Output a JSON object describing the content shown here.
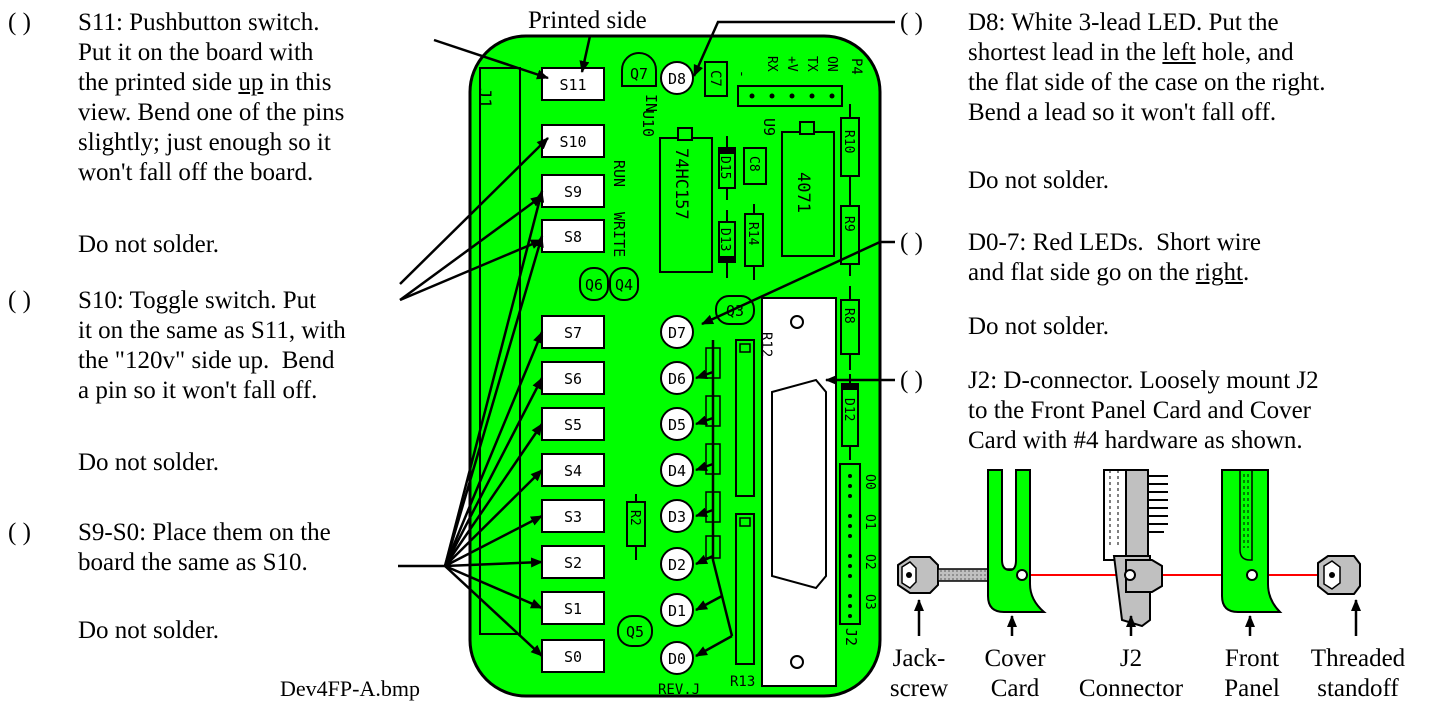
{
  "instructions": {
    "s11": {
      "checkbox": "(   )",
      "lines": [
        "S11: Pushbutton switch.",
        "Put it on the board with",
        "the printed side ",
        "up",
        " in this",
        "view. Bend one of the pins",
        "slightly; just enough so it",
        "won't fall off the board."
      ],
      "note": "Do not solder."
    },
    "s10": {
      "checkbox": "(   )",
      "lines": [
        "S10: Toggle switch. Put",
        "it on the same as S11, with",
        "the \"120v\" side up.  Bend",
        "a pin so it won't fall off."
      ],
      "note": "Do not solder."
    },
    "s9s0": {
      "checkbox": "(   )",
      "lines": [
        "S9-S0: Place them on the",
        "board the same as S10."
      ],
      "note": "Do not solder."
    },
    "d8": {
      "checkbox": "(   )",
      "lines": [
        "D8: White 3-lead LED. Put the",
        "shortest lead in the ",
        "left",
        " hole, and",
        "the flat side of the case on the right.",
        "Bend a lead so it won't fall off."
      ],
      "note": "Do not solder."
    },
    "d07": {
      "checkbox": "(   )",
      "lines": [
        "D0-7: Red LEDs.  Short wire",
        "and flat side go on the ",
        "right",
        "."
      ],
      "note": "Do not solder."
    },
    "j2": {
      "checkbox": "(   )",
      "lines": [
        "J2: D-connector. Loosely mount J2",
        "to the Front Panel Card and Cover",
        "Card with #4 hardware as shown."
      ]
    }
  },
  "board": {
    "printed_side_label": "Printed side",
    "rev": "REV.J",
    "switches": [
      "S11",
      "S10",
      "S9",
      "S8",
      "S7",
      "S6",
      "S5",
      "S4",
      "S3",
      "S2",
      "S1",
      "S0"
    ],
    "leds": [
      "D8",
      "D7",
      "D6",
      "D5",
      "D4",
      "D3",
      "D2",
      "D1",
      "D0"
    ],
    "transistors": [
      "Q7",
      "Q6",
      "Q4",
      "Q3",
      "Q5"
    ],
    "labels": {
      "j1": "J1",
      "j2": "J2",
      "c7": "C7",
      "c8": "C8",
      "p4": "P4",
      "u9": "U9",
      "u10": "U10",
      "chip_u10": "74HC157",
      "chip_u9": "4071",
      "d15": "D15",
      "d13": "D13",
      "d12": "D12",
      "r10": "R10",
      "r9": "R9",
      "r8": "R8",
      "r14": "R14",
      "r12": "R12",
      "r13": "R13",
      "r2": "R2",
      "in": "IN",
      "run": "RUN",
      "write": "WRITE",
      "p4_pins": [
        "-",
        "RX",
        "+V",
        "TX",
        "ON"
      ],
      "o_labels": [
        "O0",
        "O1",
        "O2",
        "O3"
      ]
    }
  },
  "hardware": {
    "labels": [
      {
        "top": "Jack-",
        "bottom": "screw"
      },
      {
        "top": "Cover",
        "bottom": "Card"
      },
      {
        "top": "J2",
        "bottom": "Connector"
      },
      {
        "top": "Front",
        "bottom": "Panel"
      },
      {
        "top": "Threaded",
        "bottom": "standoff"
      }
    ]
  },
  "filename": "Dev4FP-A.bmp",
  "colors": {
    "board": "#00ff00",
    "red_line": "#ff0000",
    "connector": "#c0c0c0"
  }
}
